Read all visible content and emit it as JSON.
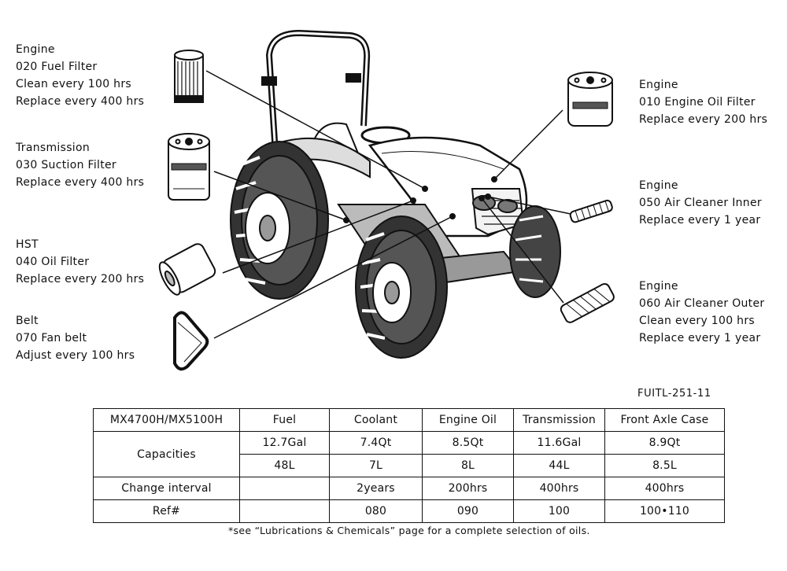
{
  "labels": {
    "fuel_filter": {
      "category": "Engine",
      "part": "020 Fuel Filter",
      "line3": "Clean every 100 hrs",
      "line4": "Replace every 400 hrs"
    },
    "suction_filter": {
      "category": "Transmission",
      "part": "030 Suction Filter",
      "line3": "Replace every 400 hrs"
    },
    "oil_filter": {
      "category": "HST",
      "part": "040 Oil Filter",
      "line3": "Replace every 200 hrs"
    },
    "fan_belt": {
      "category": "Belt",
      "part": "070 Fan belt",
      "line3": "Adjust every 100 hrs"
    },
    "engine_oil": {
      "category": "Engine",
      "part": "010 Engine Oil Filter",
      "line3": "Replace every 200 hrs"
    },
    "air_inner": {
      "category": "Engine",
      "part": "050 Air Cleaner Inner",
      "line3": "Replace every 1 year"
    },
    "air_outer": {
      "category": "Engine",
      "part": "060 Air Cleaner Outer",
      "line3": "Clean every 100 hrs",
      "line4": "Replace every 1 year"
    }
  },
  "figure_code": "FUITL-251-11",
  "table": {
    "model": "MX4700H/MX5100H",
    "headers": [
      "Fuel",
      "Coolant",
      "Engine Oil",
      "Transmission",
      "Front Axle Case"
    ],
    "capacities_label": "Capacities",
    "capacities_us": [
      "12.7Gal",
      "7.4Qt",
      "8.5Qt",
      "11.6Gal",
      "8.9Qt"
    ],
    "capacities_metric": [
      "48L",
      "7L",
      "8L",
      "44L",
      "8.5L"
    ],
    "interval_label": "Change interval",
    "intervals": [
      "",
      "2years",
      "200hrs",
      "400hrs",
      "400hrs"
    ],
    "ref_label": "Ref#",
    "refs": [
      "",
      "080",
      "090",
      "100",
      "100•110"
    ]
  },
  "footnote": "*see “Lubrications & Chemicals” page for a complete selection of oils."
}
